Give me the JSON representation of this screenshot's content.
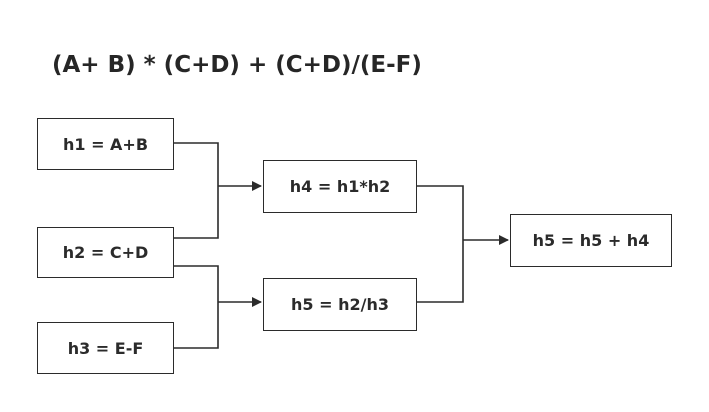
{
  "formula": "(A+ B) * (C+D) + (C+D)/(E-F)",
  "nodes": {
    "h1": "h1 = A+B",
    "h2": "h2 = C+D",
    "h3": "h3 = E-F",
    "h4": "h4 = h1*h2",
    "h5_div": "h5 = h2/h3",
    "h5_sum": "h5 = h5 + h4"
  },
  "colors": {
    "line": "#2b2b2b",
    "text": "#262626"
  }
}
